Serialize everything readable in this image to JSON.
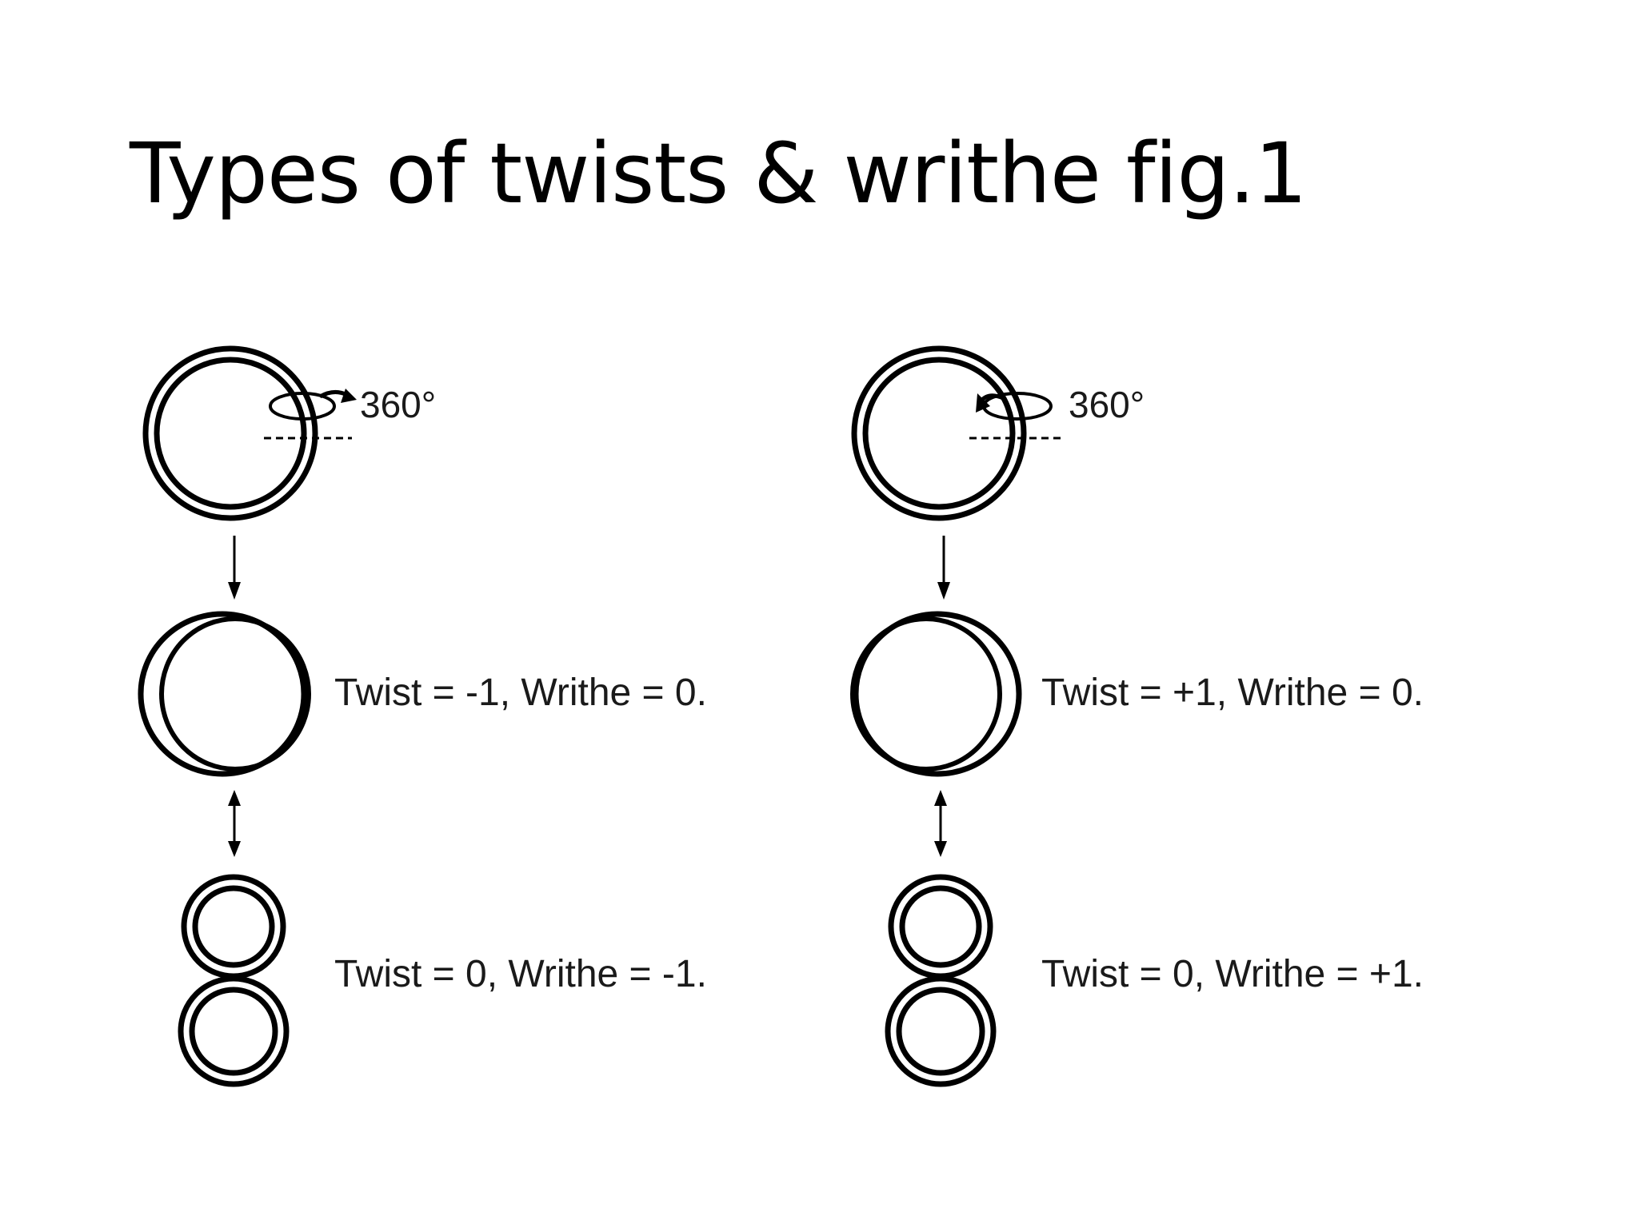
{
  "slide": {
    "title": "Types of twists & writhe fig.1"
  },
  "figure": {
    "left_panel": {
      "rotation_label": "360°",
      "circle_label": "Twist = -1, Writhe = 0.",
      "figure_eight_label": "Twist = 0, Writhe = -1."
    },
    "right_panel": {
      "rotation_label": "360°",
      "circle_label": "Twist = +1, Writhe = 0.",
      "figure_eight_label": "Twist = 0, Writhe = +1."
    },
    "colors": {
      "stroke": "#000000",
      "text": "#1a1a1a"
    }
  }
}
